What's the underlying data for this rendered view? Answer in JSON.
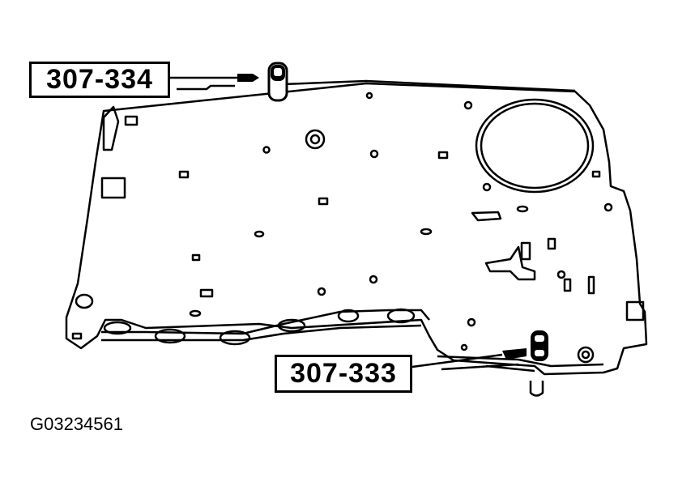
{
  "figure": {
    "subject": "transmission main control valve body",
    "figure_id": "G03234561"
  },
  "callouts": [
    {
      "label": "307-334",
      "target": "upper locating pin (top edge)"
    },
    {
      "label": "307-333",
      "target": "lower locating pin (bottom right edge)"
    }
  ],
  "colors": {
    "line": "#000000",
    "background": "#ffffff"
  }
}
